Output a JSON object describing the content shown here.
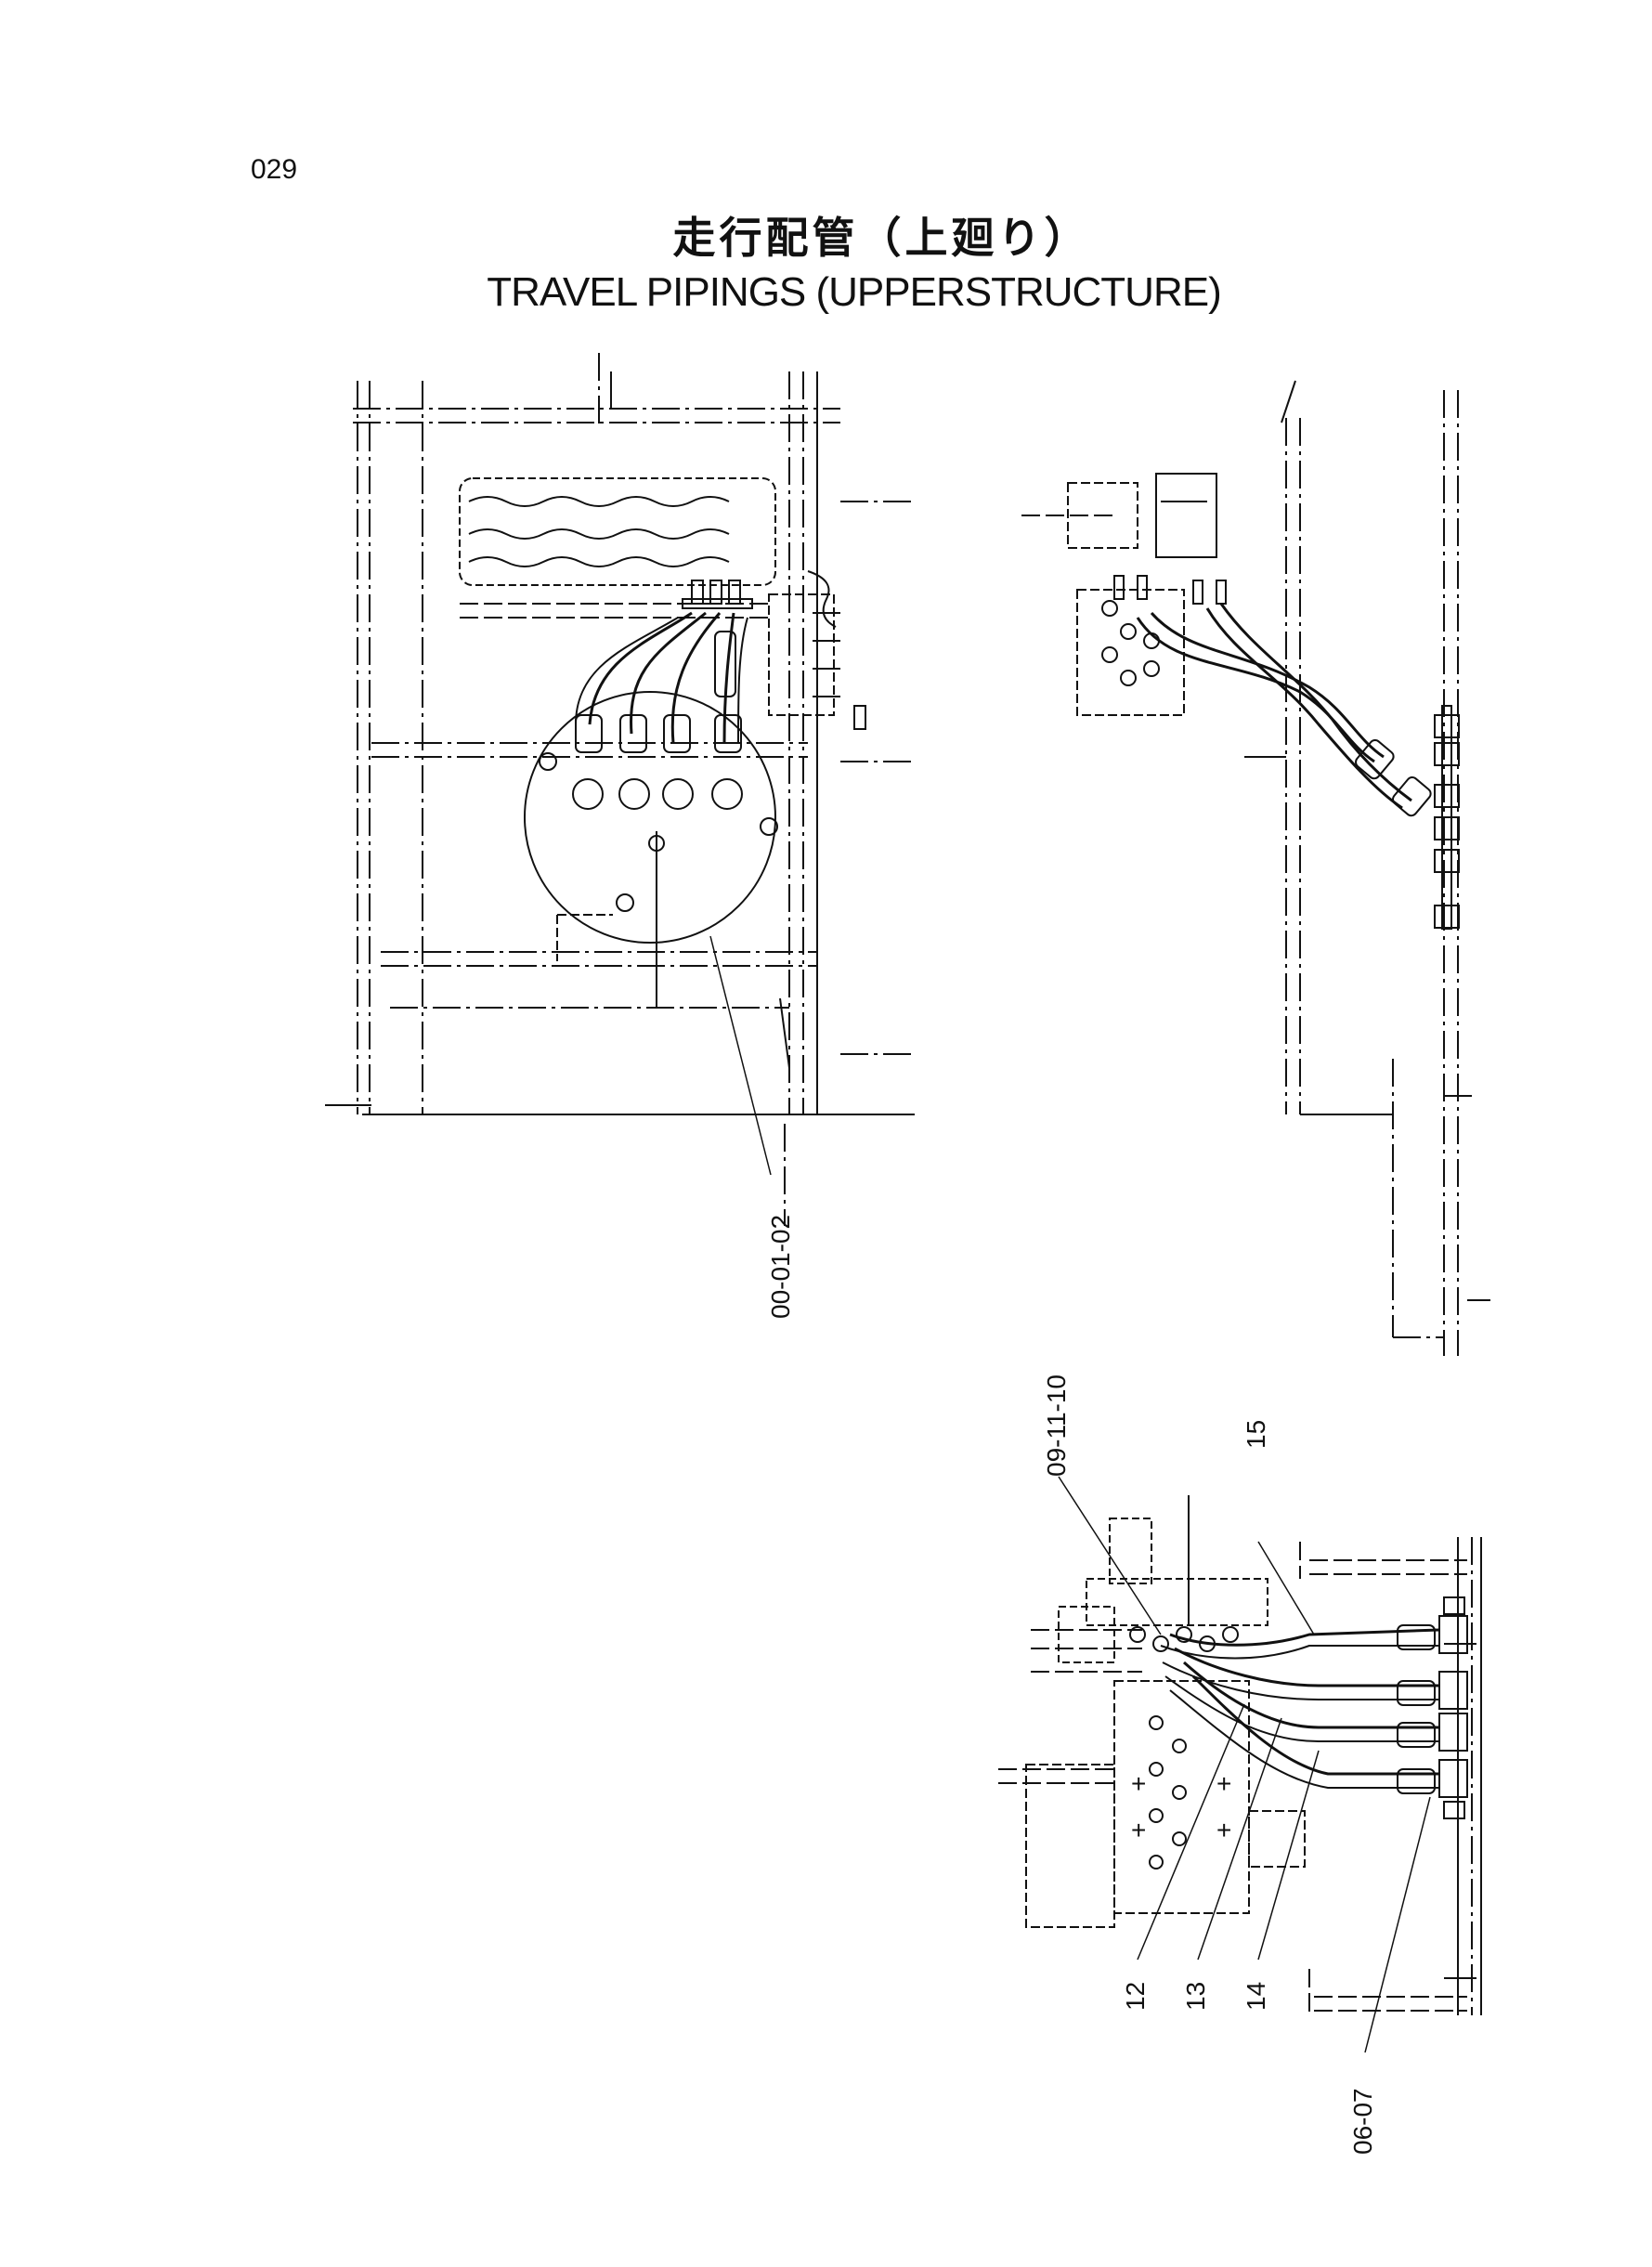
{
  "page": {
    "number": "029"
  },
  "title": {
    "japanese": "走行配管（上廻り）",
    "english": "TRAVEL PIPINGS (UPPERSTRUCTURE)"
  },
  "callouts": {
    "top_left": "00-01-02",
    "bottom_a": "09-11-10",
    "bottom_b": "15",
    "bottom_c": "12",
    "bottom_d": "13",
    "bottom_e": "14",
    "bottom_f": "06-07"
  },
  "colors": {
    "line": "#111111",
    "paper": "#ffffff"
  }
}
